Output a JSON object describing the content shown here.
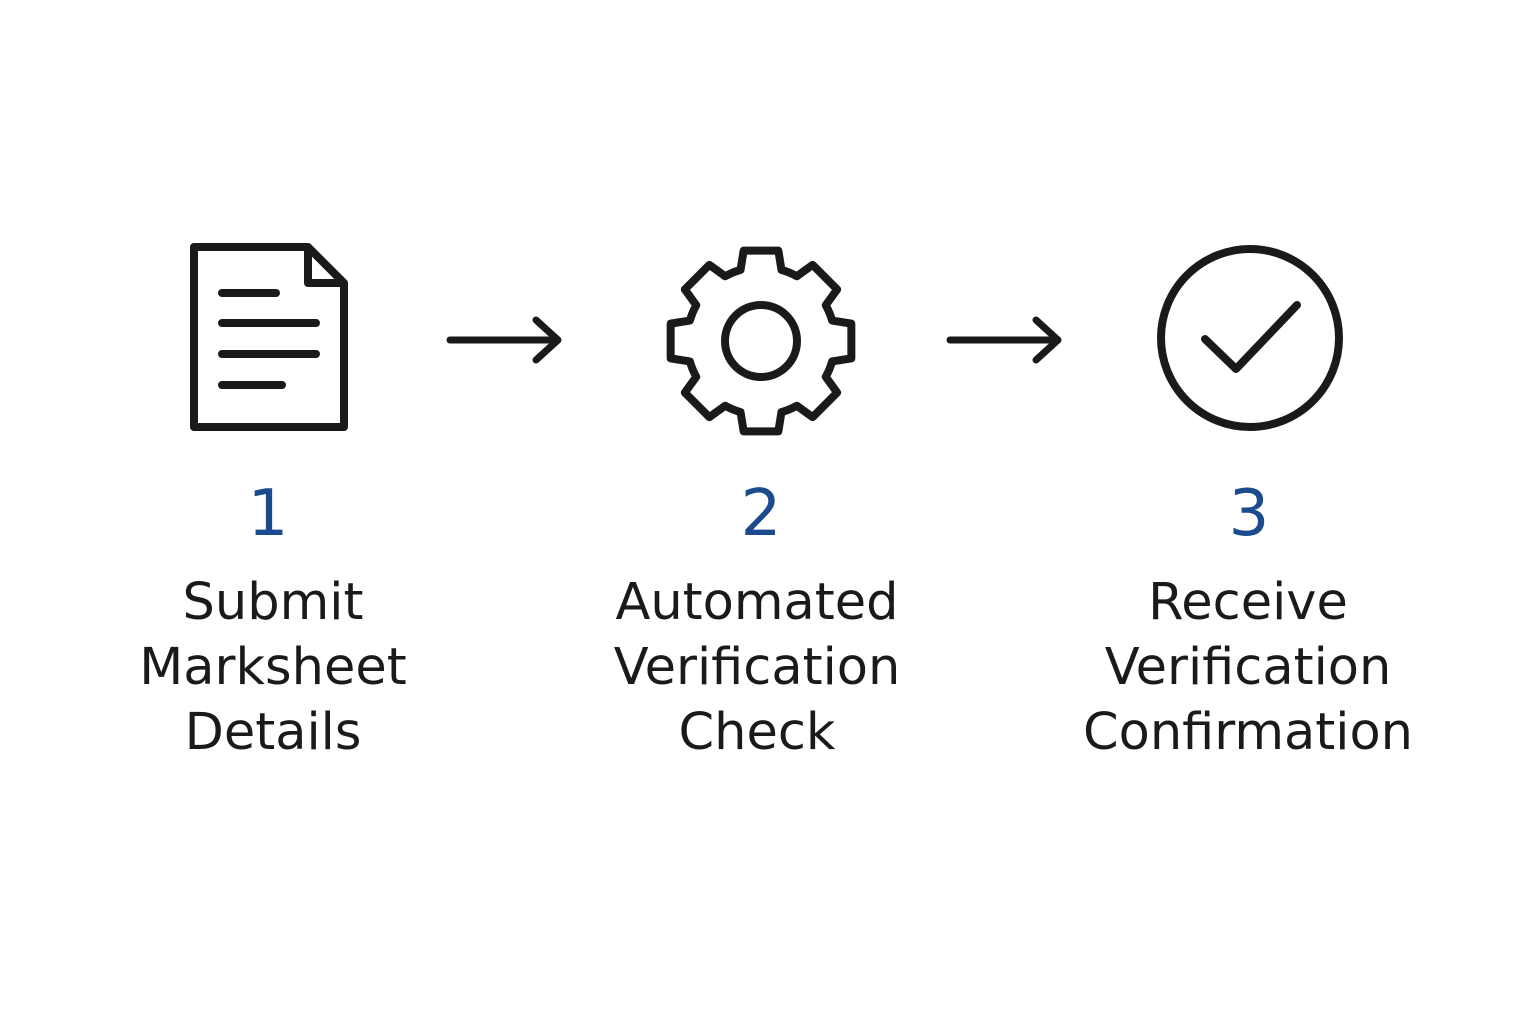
{
  "colors": {
    "icon_stroke": "#1a1a1a",
    "step_number": "#1b4a8f",
    "label_text": "#1a1a1a",
    "background": "#ffffff"
  },
  "steps": [
    {
      "number": "1",
      "icon": "document-icon",
      "label_lines": [
        "Submit",
        "Marksheet",
        "Details"
      ]
    },
    {
      "number": "2",
      "icon": "gear-icon",
      "label_lines": [
        "Automated",
        "Verification",
        "Check"
      ]
    },
    {
      "number": "3",
      "icon": "check-circle-icon",
      "label_lines": [
        "Receive",
        "Verification",
        "Confirmation"
      ]
    }
  ],
  "connectors": [
    "arrow-right-icon",
    "arrow-right-icon"
  ]
}
